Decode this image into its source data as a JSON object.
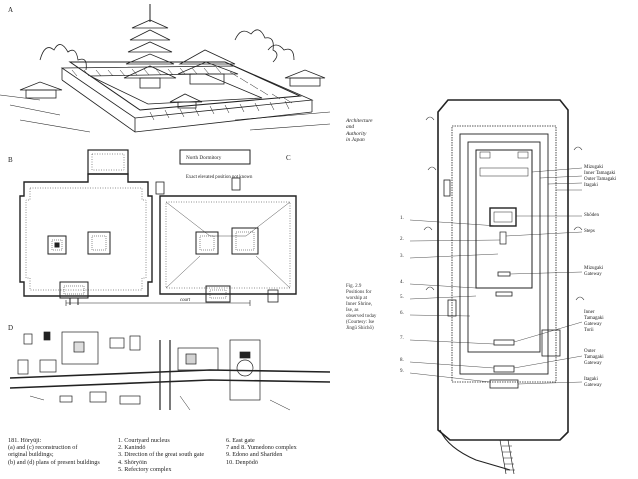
{
  "left": {
    "panel_labels": {
      "a": "A",
      "b": "B",
      "c": "C",
      "d": "D"
    },
    "north_dormitory": "North Dormitory",
    "exact_note": "Exact elevated position not known",
    "court_label": "court",
    "caption_main": [
      "181. Hōryūji:",
      "(a) and (c) reconstruction of",
      "original buildings;",
      "(b) and (d) plans of present buildings"
    ],
    "legend_col1": [
      "1. Courtyard nucleus",
      "2. Kanindō",
      "3. Direction of the great south gate",
      "4. Shōryōin",
      "5. Refectory complex"
    ],
    "legend_col2": [
      "6. East gate",
      "7 and 8. Yumedono complex",
      "9. Edono and Sharīden",
      "10. Denpōdō"
    ]
  },
  "right": {
    "book_title": [
      "Architecture",
      "and",
      "Authority",
      "in Japan"
    ],
    "fig_caption": [
      "Fig. 2.9",
      "Positions for",
      "worship at",
      "Inner Shrine,",
      "Ise, as",
      "observed today",
      "(Courtesy: Ise",
      "Jingū Shichō)"
    ],
    "left_numbers": [
      "1.",
      "2.",
      "3.",
      "4.",
      "5.",
      "6.",
      "7.",
      "8.",
      "9."
    ],
    "right_labels": [
      [
        "Mizugaki",
        "Inner Tamagaki",
        "Outer Tamagaki",
        "Itagaki"
      ],
      [
        "Shōden"
      ],
      [
        "Steps"
      ],
      [
        "Mizugaki",
        "Gateway"
      ],
      [
        "Inner",
        "Tamagaki",
        "Gateway",
        "Torii"
      ],
      [
        "Outer",
        "Tamagaki",
        "Gateway"
      ],
      [
        "Itagaki",
        "Gateway"
      ]
    ]
  }
}
